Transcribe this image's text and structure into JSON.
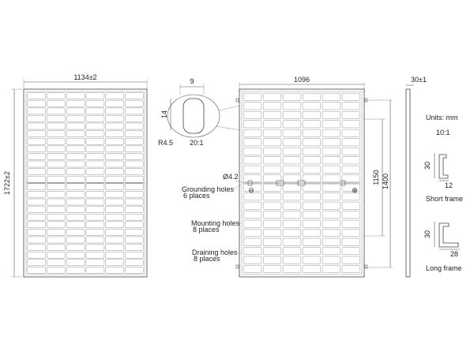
{
  "front_view": {
    "width_dim": "1134±2",
    "height_dim": "1722±2"
  },
  "detail": {
    "width_dim": "9",
    "height_dim": "14",
    "radius": "R4.5",
    "scale": "20:1"
  },
  "back_view": {
    "width_dim": "1096",
    "hole_dia": "Ø4.2",
    "grounding_title": "Grounding holes",
    "grounding_count": "6 places",
    "mounting_title": "Mounting holes",
    "mounting_count": "8 places",
    "draining_title": "Draining holes",
    "draining_count": "8 places",
    "dim_1150": "1150",
    "dim_1400": "1400",
    "minus_symbol": "⊖",
    "plus_symbol": "⊕"
  },
  "side_view": {
    "thickness_dim": "30±1"
  },
  "frame_info": {
    "units": "Units: mm",
    "scale": "10:1",
    "short_frame_height": "30",
    "short_frame_width": "12",
    "short_frame_label": "Short frame",
    "long_frame_height": "30",
    "long_frame_width": "28",
    "long_frame_label": "Long frame"
  }
}
